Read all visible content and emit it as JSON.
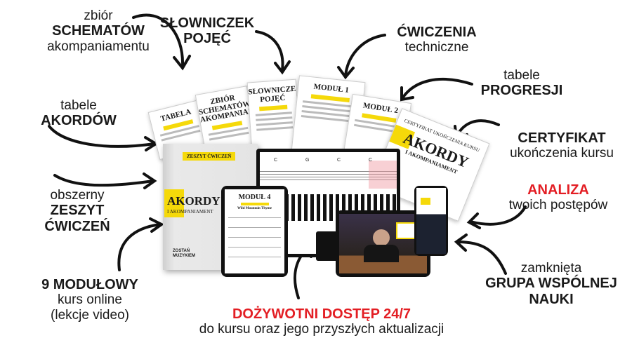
{
  "labels": {
    "schematy": {
      "line1": "zbiór",
      "line2": "SCHEMATÓW",
      "line3": "akompaniamentu"
    },
    "slowniczek": {
      "line1": "SŁOWNICZEK",
      "line2": "POJĘĆ"
    },
    "cwiczenia": {
      "line1": "ĆWICZENIA",
      "line2": "techniczne"
    },
    "progresje": {
      "line1": "tabele",
      "line2": "PROGRESJI"
    },
    "akordy": {
      "line1": "tabele",
      "line2": "AKORDÓW"
    },
    "certyfikat": {
      "line1": "CERTYFIKAT",
      "line2": "ukończenia kursu"
    },
    "zeszyt": {
      "line1": "obszerny",
      "line2": "ZESZYT",
      "line3": "ĆWICZEŃ"
    },
    "analiza": {
      "line1": "ANALIZA",
      "line2": "twoich postępów"
    },
    "moduly": {
      "line1": "9 MODUŁOWY",
      "line2": "kurs online",
      "line3": "(lekcje video)"
    },
    "grupa": {
      "line1": "zamknięta",
      "line2": "GRUPA WSPÓLNEJ",
      "line3": "NAUKI"
    },
    "dostep": {
      "line1": "DOŻYWOTNI DOSTĘP 24/7",
      "line2": "do kursu oraz jego przyszłych aktualizacji"
    }
  },
  "documents": {
    "tabela": "TABELA",
    "zbior": "ZBIÓR SCHEMATÓW AKOMPANIAMENTU",
    "slownik": "SŁOWNICZEK POJĘĆ",
    "modul1": "MODUŁ 1",
    "modul2": "MODUŁ 2",
    "certyfikat_header": "CERTYFIKAT UKOŃCZENIA KURSU",
    "certyfikat_title": "AKORDY",
    "certyfikat_sub": "I AKOMPANIAMENT",
    "book_tag": "ZESZYT ĆWICZEŃ",
    "book_title": "AKORDY",
    "book_sub": "I AKOMPANIAMENT",
    "book_logo": "ZOSTAŃ MUZYKIEM",
    "tablet_title": "MODUŁ 4",
    "tablet_song": "Wild Mountain Thyme",
    "chords": [
      "C",
      "G",
      "C",
      "C"
    ]
  },
  "colors": {
    "accent": "#f5d90a",
    "red": "#e31e24",
    "text": "#1a1a1a"
  }
}
